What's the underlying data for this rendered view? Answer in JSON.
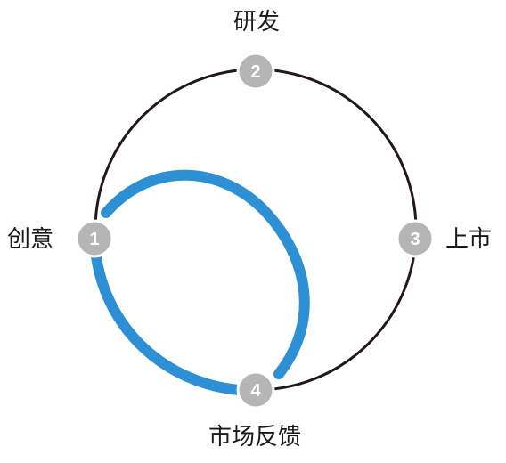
{
  "nodes": [
    {
      "num": "1",
      "label": "创意"
    },
    {
      "num": "2",
      "label": "研发"
    },
    {
      "num": "3",
      "label": "上市"
    },
    {
      "num": "4",
      "label": "市场反馈"
    }
  ],
  "colors": {
    "ring": "#231815",
    "loop": "#2e90d4",
    "node": "#b5b5b5"
  }
}
